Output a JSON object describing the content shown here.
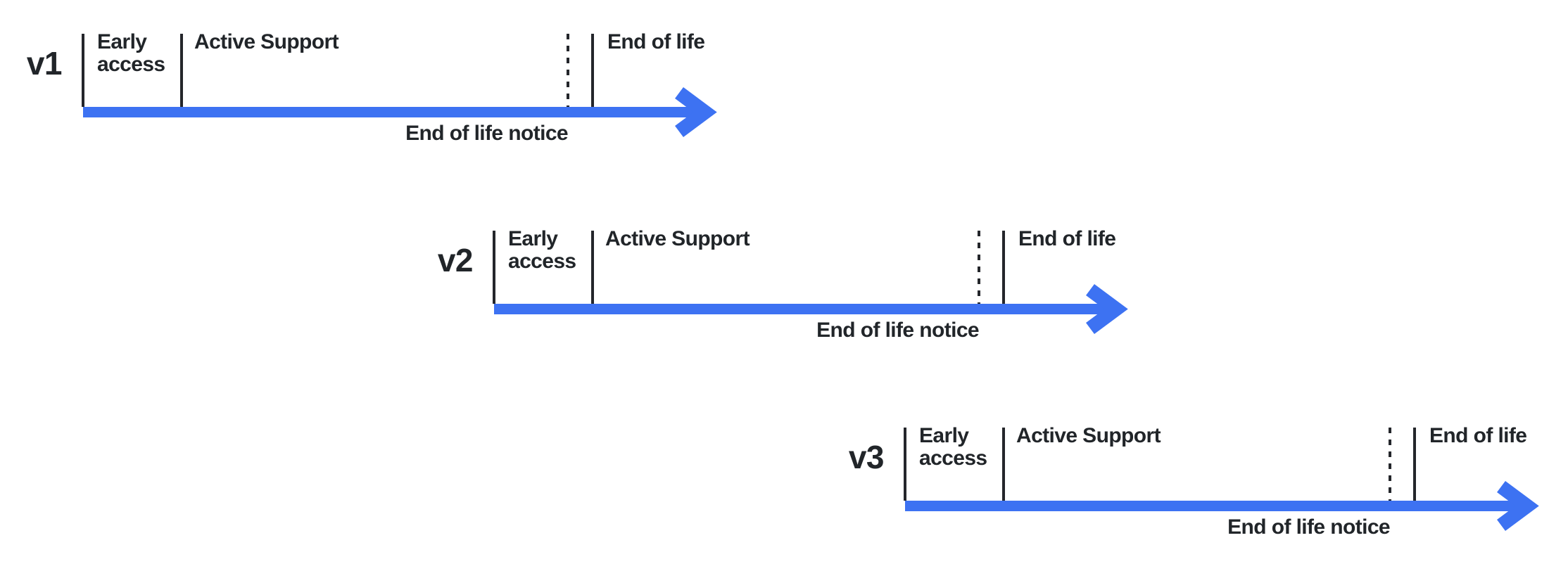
{
  "diagram": {
    "colors": {
      "arrow_blue": "#3D72F2",
      "ink": "#212529"
    },
    "rows": [
      {
        "version": "v1",
        "phases": {
          "early_access": "Early access",
          "active_support": "Active Support",
          "end_of_life": "End of life",
          "end_of_life_notice": "End of life notice"
        }
      },
      {
        "version": "v2",
        "phases": {
          "early_access": "Early access",
          "active_support": "Active Support",
          "end_of_life": "End of life",
          "end_of_life_notice": "End of life notice"
        }
      },
      {
        "version": "v3",
        "phases": {
          "early_access": "Early access",
          "active_support": "Active Support",
          "end_of_life": "End of life",
          "end_of_life_notice": "End of life notice"
        }
      }
    ]
  }
}
